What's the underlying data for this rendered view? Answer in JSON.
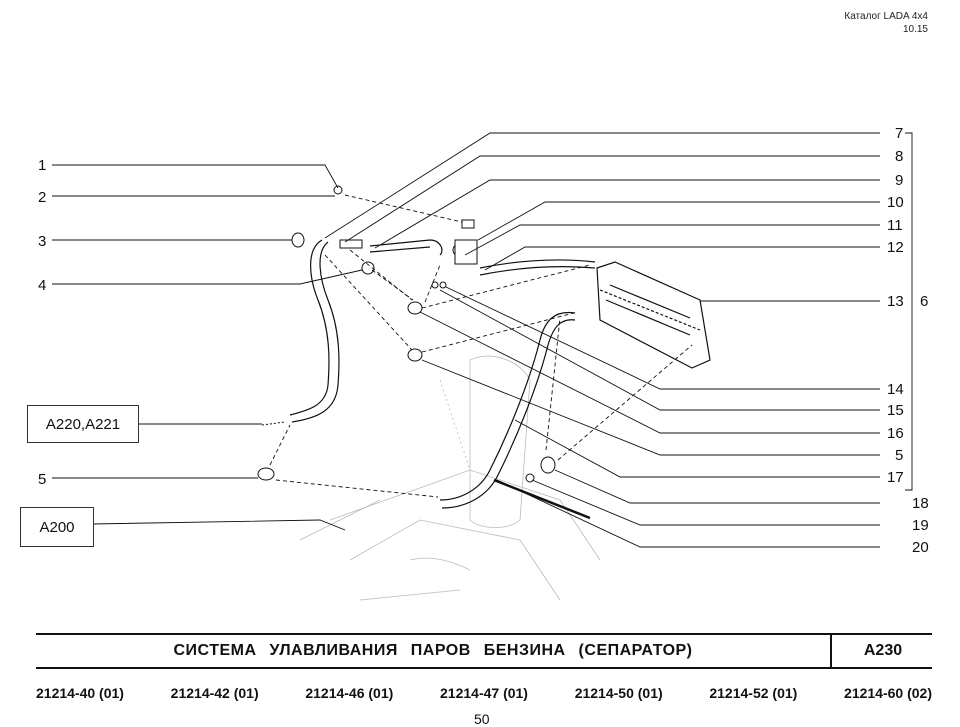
{
  "header": {
    "catalog": "Каталог LADA 4x4",
    "date": "10.15"
  },
  "callouts_left": [
    "1",
    "2",
    "3",
    "4",
    "5"
  ],
  "callouts_right": [
    "7",
    "8",
    "9",
    "10",
    "11",
    "12",
    "13",
    "14",
    "15",
    "16",
    "5",
    "17",
    "18",
    "19",
    "20"
  ],
  "assembly_label": "6",
  "refs": {
    "a220": "A220,A221",
    "a200": "A200"
  },
  "title": {
    "text": "СИСТЕМА УЛАВЛИВАНИЯ ПАРОВ БЕНЗИНА (СЕПАРАТОР)",
    "code": "A230"
  },
  "models": [
    "21214-40 (01)",
    "21214-42 (01)",
    "21214-46 (01)",
    "21214-47 (01)",
    "21214-50 (01)",
    "21214-52 (01)",
    "21214-60 (02)"
  ],
  "page_number": "50"
}
